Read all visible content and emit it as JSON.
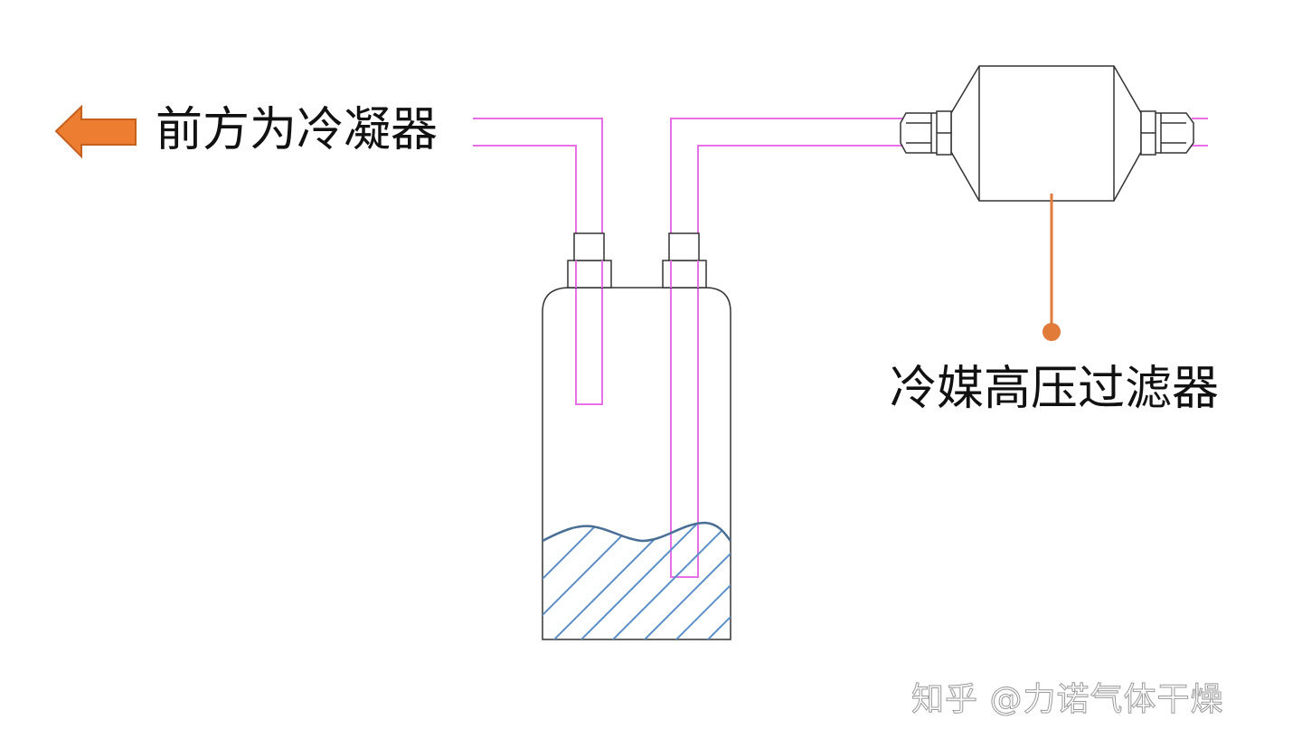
{
  "labels": {
    "condenser_direction": "前方为冷凝器",
    "filter": "冷媒高压过滤器"
  },
  "watermark": "知乎 @力诺气体干燥",
  "colors": {
    "pipe": "#e86fe8",
    "outline": "#333333",
    "arrow_fill": "#ed7d31",
    "arrow_stroke": "#c5601d",
    "leader": "#e07b39",
    "liquid_line": "#4a6f96",
    "hatch": "#5b8fc7"
  }
}
